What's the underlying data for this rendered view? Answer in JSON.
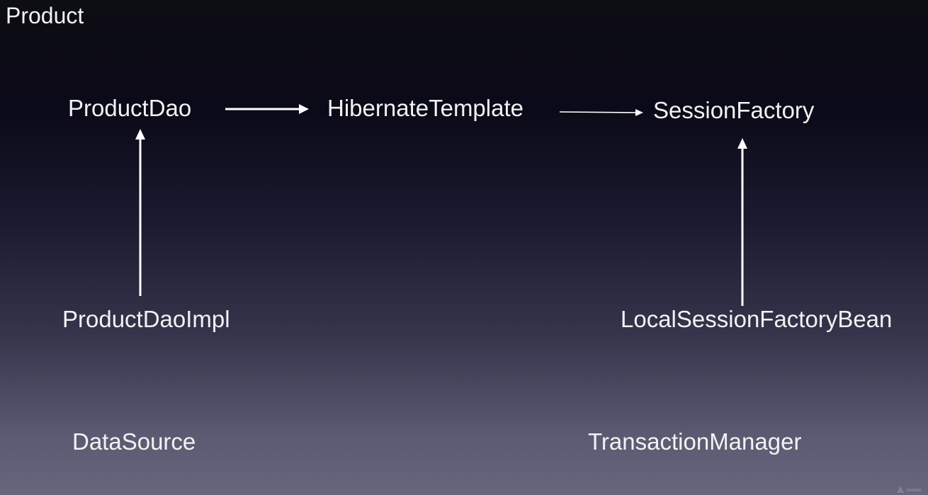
{
  "slide": {
    "title": "Product"
  },
  "nodes": {
    "product_dao": "ProductDao",
    "hibernate_template": "HibernateTemplate",
    "session_factory": "SessionFactory",
    "product_dao_impl": "ProductDaoImpl",
    "local_session_factory_bean": "LocalSessionFactoryBean",
    "data_source": "DataSource",
    "transaction_manager": "TransactionManager"
  },
  "edges": [
    {
      "from": "ProductDao",
      "to": "HibernateTemplate"
    },
    {
      "from": "HibernateTemplate",
      "to": "SessionFactory"
    },
    {
      "from": "ProductDaoImpl",
      "to": "ProductDao"
    },
    {
      "from": "LocalSessionFactoryBean",
      "to": "SessionFactory"
    }
  ],
  "colors": {
    "text": "#f2f2f2",
    "arrow": "#ffffff"
  }
}
